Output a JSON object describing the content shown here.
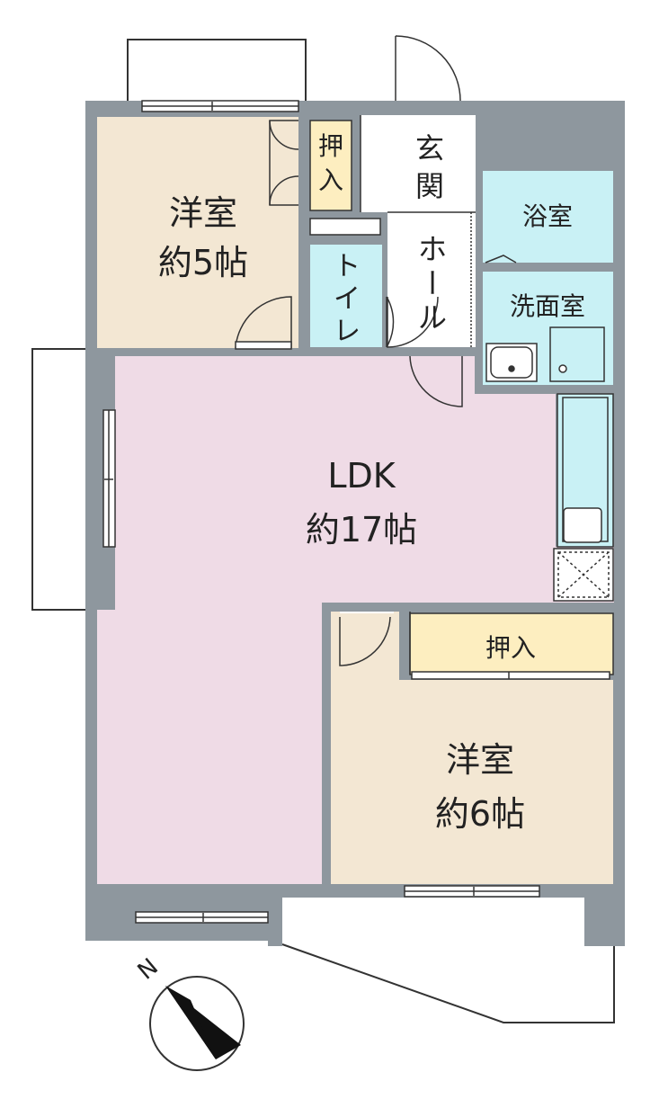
{
  "colors": {
    "wall": "#8e979e",
    "western_room": "#f3e7d3",
    "ldk": "#efdbe6",
    "closet": "#fdeec0",
    "water_room": "#c9f1f5",
    "floor_white": "#ffffff",
    "line": "#333333"
  },
  "rooms": {
    "western_room_1": {
      "name": "洋室",
      "size": "約5帖"
    },
    "closet_1": {
      "line1": "押",
      "line2": "入"
    },
    "entrance": {
      "line1": "玄",
      "line2": "関"
    },
    "hall": {
      "chars": [
        "ホ",
        "ー",
        "ル"
      ]
    },
    "toilet": {
      "chars": [
        "ト",
        "イ",
        "レ"
      ]
    },
    "bathroom": {
      "name": "浴室"
    },
    "washroom": {
      "name": "洗面室"
    },
    "ldk": {
      "name": "LDK",
      "size": "約17帖"
    },
    "closet_2": {
      "name": "押入"
    },
    "western_room_2": {
      "name": "洋室",
      "size": "約6帖"
    }
  },
  "compass": {
    "label": "N"
  }
}
